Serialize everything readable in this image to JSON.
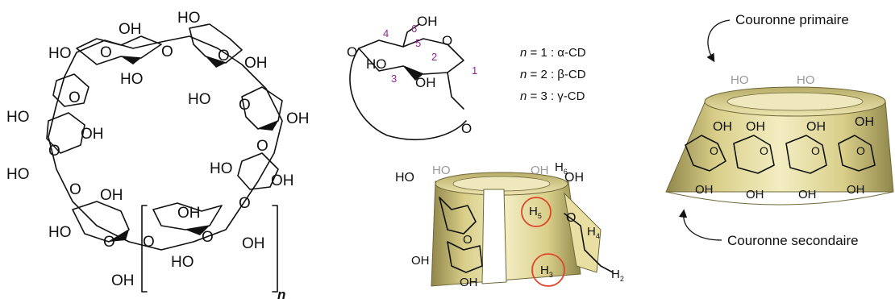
{
  "left_structure": {
    "hydroxyl": "OH",
    "hydroxyl_left": "HO",
    "oxygen": "O",
    "repeat_index": "n"
  },
  "unit_structure": {
    "oxygen": "O",
    "hydroxyl": "OH",
    "hydroxyl_left": "HO",
    "positions": [
      "1",
      "2",
      "3",
      "4",
      "5",
      "6"
    ]
  },
  "legend": {
    "rows": [
      {
        "n": "n",
        "eq": " = 1 : α-CD"
      },
      {
        "n": "n",
        "eq": " = 2 : β-CD"
      },
      {
        "n": "n",
        "eq": " = 3 : γ-CD"
      }
    ]
  },
  "cut_cone": {
    "hydroxyl": "OH",
    "hydroxyl_left": "HO",
    "oxygen": "O",
    "hydrogen": "H",
    "h_labels": [
      "H",
      "H",
      "H",
      "H",
      "H"
    ],
    "h_subscripts": [
      "6",
      "5",
      "3",
      "4",
      "2"
    ]
  },
  "full_cone": {
    "primary_rim": "Couronne primaire",
    "secondary_rim": "Couronne secondaire",
    "hydroxyl": "OH",
    "hydroxyl_left": "HO",
    "oxygen": "O"
  },
  "colors": {
    "cone_fill": "#d9cf8a",
    "cone_light": "#f3edc2",
    "cone_dark": "#8f864a",
    "highlight_circle": "#e0462a",
    "position_number": "#8a2a8a"
  }
}
